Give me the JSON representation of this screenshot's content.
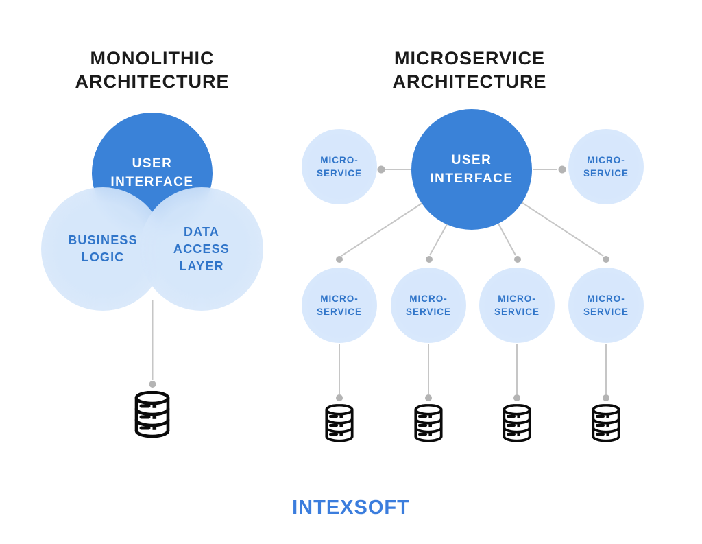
{
  "diagram": {
    "monolithic": {
      "title": {
        "lines": [
          "MONOLITHIC",
          "ARCHITECTURE"
        ]
      },
      "user_interface": {
        "lines": [
          "USER",
          "INTERFACE"
        ]
      },
      "business_logic": {
        "lines": [
          "BUSINESS",
          "LOGIC"
        ]
      },
      "data_access_layer": {
        "lines": [
          "DATA",
          "ACCESS",
          "LAYER"
        ]
      },
      "database_count": 1
    },
    "microservice": {
      "title": {
        "lines": [
          "MICROSERVICE",
          "ARCHITECTURE"
        ]
      },
      "user_interface": {
        "lines": [
          "USER",
          "INTERFACE"
        ]
      },
      "satellite": {
        "lines": [
          "MICRO-",
          "SERVICE"
        ]
      },
      "satellite_count": 6,
      "database_count": 4
    },
    "footer": {
      "logo": "INTEXSOFT"
    },
    "colors": {
      "primary_blue": "#3a82d8",
      "light_blue": "#d9e8fc",
      "label_blue": "#3075c9",
      "title_black": "#1b1b1b",
      "connector_gray": "#c6c6c6",
      "connector_dot_gray": "#b4b4b4",
      "logo_blue": "#3b7ddd",
      "database_black": "#0a0a0a",
      "background": "#ffffff"
    }
  }
}
